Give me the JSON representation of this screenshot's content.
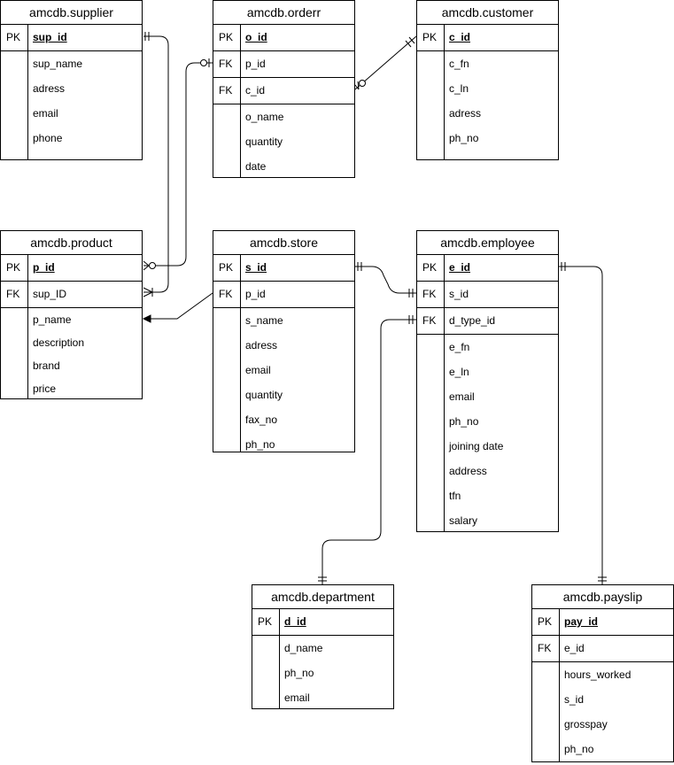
{
  "entities": {
    "supplier": {
      "title": "amcdb.supplier",
      "keys": [
        {
          "tag": "PK",
          "field": "sup_id"
        }
      ],
      "attrs": [
        "sup_name",
        "adress",
        "email",
        "phone"
      ]
    },
    "orderr": {
      "title": "amcdb.orderr",
      "keys": [
        {
          "tag": "PK",
          "field": "o_id"
        },
        {
          "tag": "FK",
          "field": "p_id"
        },
        {
          "tag": "FK",
          "field": "c_id"
        }
      ],
      "attrs": [
        "o_name",
        "quantity",
        "date"
      ]
    },
    "customer": {
      "title": "amcdb.customer",
      "keys": [
        {
          "tag": "PK",
          "field": "c_id"
        }
      ],
      "attrs": [
        "c_fn",
        "c_ln",
        "adress",
        "ph_no"
      ]
    },
    "product": {
      "title": "amcdb.product",
      "keys": [
        {
          "tag": "PK",
          "field": "p_id"
        },
        {
          "tag": "FK",
          "field": "sup_ID"
        }
      ],
      "attrs": [
        "p_name",
        "description",
        "brand",
        "price"
      ]
    },
    "store": {
      "title": "amcdb.store",
      "keys": [
        {
          "tag": "PK",
          "field": "s_id"
        },
        {
          "tag": "FK",
          "field": "p_id"
        }
      ],
      "attrs": [
        "s_name",
        "adress",
        "email",
        "quantity",
        "fax_no",
        "ph_no"
      ]
    },
    "employee": {
      "title": "amcdb.employee",
      "keys": [
        {
          "tag": "PK",
          "field": "e_id"
        },
        {
          "tag": "FK",
          "field": "s_id"
        },
        {
          "tag": "FK",
          "field": "d_type_id"
        }
      ],
      "attrs": [
        "e_fn",
        "e_ln",
        "email",
        "ph_no",
        "joining date",
        "address",
        "tfn",
        "salary"
      ]
    },
    "department": {
      "title": "amcdb.department",
      "keys": [
        {
          "tag": "PK",
          "field": "d_id"
        }
      ],
      "attrs": [
        "d_name",
        "ph_no",
        "email"
      ]
    },
    "payslip": {
      "title": "amcdb.payslip",
      "keys": [
        {
          "tag": "PK",
          "field": "pay_id"
        },
        {
          "tag": "FK",
          "field": "e_id"
        }
      ],
      "attrs": [
        "hours_worked",
        "s_id",
        "grosspay",
        "ph_no"
      ]
    }
  },
  "relationships": [
    {
      "from": "product.sup_ID",
      "to": "supplier.sup_id",
      "from_card": "one-or-many",
      "to_card": "exactly-one"
    },
    {
      "from": "orderr.p_id",
      "to": "product.p_id",
      "from_card": "zero-or-one",
      "to_card": "zero-or-many"
    },
    {
      "from": "orderr.c_id",
      "to": "customer.c_id",
      "from_card": "zero-or-many",
      "to_card": "exactly-one"
    },
    {
      "from": "store.p_id",
      "to": "product",
      "from_card": "none",
      "to_card": "arrow"
    },
    {
      "from": "employee.s_id",
      "to": "store.s_id",
      "from_card": "exactly-one",
      "to_card": "exactly-one"
    },
    {
      "from": "employee.d_type_id",
      "to": "department.d_id",
      "from_card": "exactly-one",
      "to_card": "exactly-one"
    },
    {
      "from": "payslip.e_id",
      "to": "employee.e_id",
      "from_card": "exactly-one",
      "to_card": "exactly-one"
    }
  ]
}
